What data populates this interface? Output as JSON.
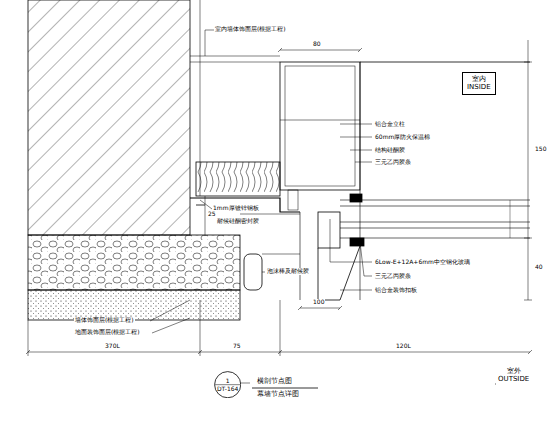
{
  "diagram": {
    "title": "横剖节点图",
    "caption": "幕墙节点详图",
    "nodes": [
      {
        "text": [
          "1",
          "DT-164"
        ]
      },
      {
        "text": [
          "室内",
          "INSIDE"
        ]
      },
      {
        "text": [
          "室外",
          "OUTSIDE"
        ]
      }
    ],
    "labels": [
      "室内墙体饰面层(根据工程)",
      "80",
      "铝合金立柱",
      "60mm厚防火保温棉",
      "结构硅酮胶",
      "三元乙丙胶条",
      "1mm厚镀锌钢板",
      "耐候硅酮密封胶",
      "6Low-E+12A+6mm中空钢化玻璃",
      "三元乙丙胶条",
      "铝合金装饰扣板",
      "泡沫棒及耐候胶",
      "25",
      "100",
      "150",
      "40",
      "墙体饰面层(根据工程)",
      "地面装饰面层(根据工程)",
      "370L",
      "75",
      "120L"
    ]
  }
}
